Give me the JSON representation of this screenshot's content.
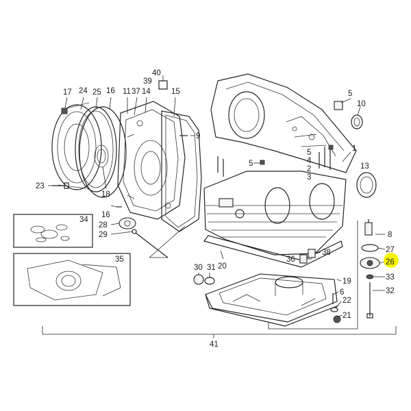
{
  "labels": {
    "l40": "40",
    "l39": "39",
    "l17": "17",
    "l24": "24",
    "l25": "25",
    "l16": "16",
    "l11": "11",
    "l37": "37",
    "l14": "14",
    "l15": "15",
    "l9": "9",
    "l5a": "5",
    "l10": "10",
    "l1": "1",
    "l5b": "5",
    "l4": "4",
    "l2": "2",
    "l3": "3",
    "l5c": "5",
    "l13": "13",
    "l18": "18",
    "l23": "23",
    "l34": "34",
    "l16b": "16",
    "l28": "28",
    "l29": "29",
    "l35": "35",
    "l8": "8",
    "l27": "27",
    "l26": "26",
    "l33": "33",
    "l32": "32",
    "l38": "38",
    "l36": "36",
    "l30": "30",
    "l31": "31",
    "l20": "20",
    "l19": "19",
    "l6": "6",
    "l22": "22",
    "l21": "21",
    "l41": "41"
  },
  "highlight": {
    "color": "#f5f300"
  },
  "colors": {
    "line": "#222222",
    "background": "#ffffff"
  }
}
